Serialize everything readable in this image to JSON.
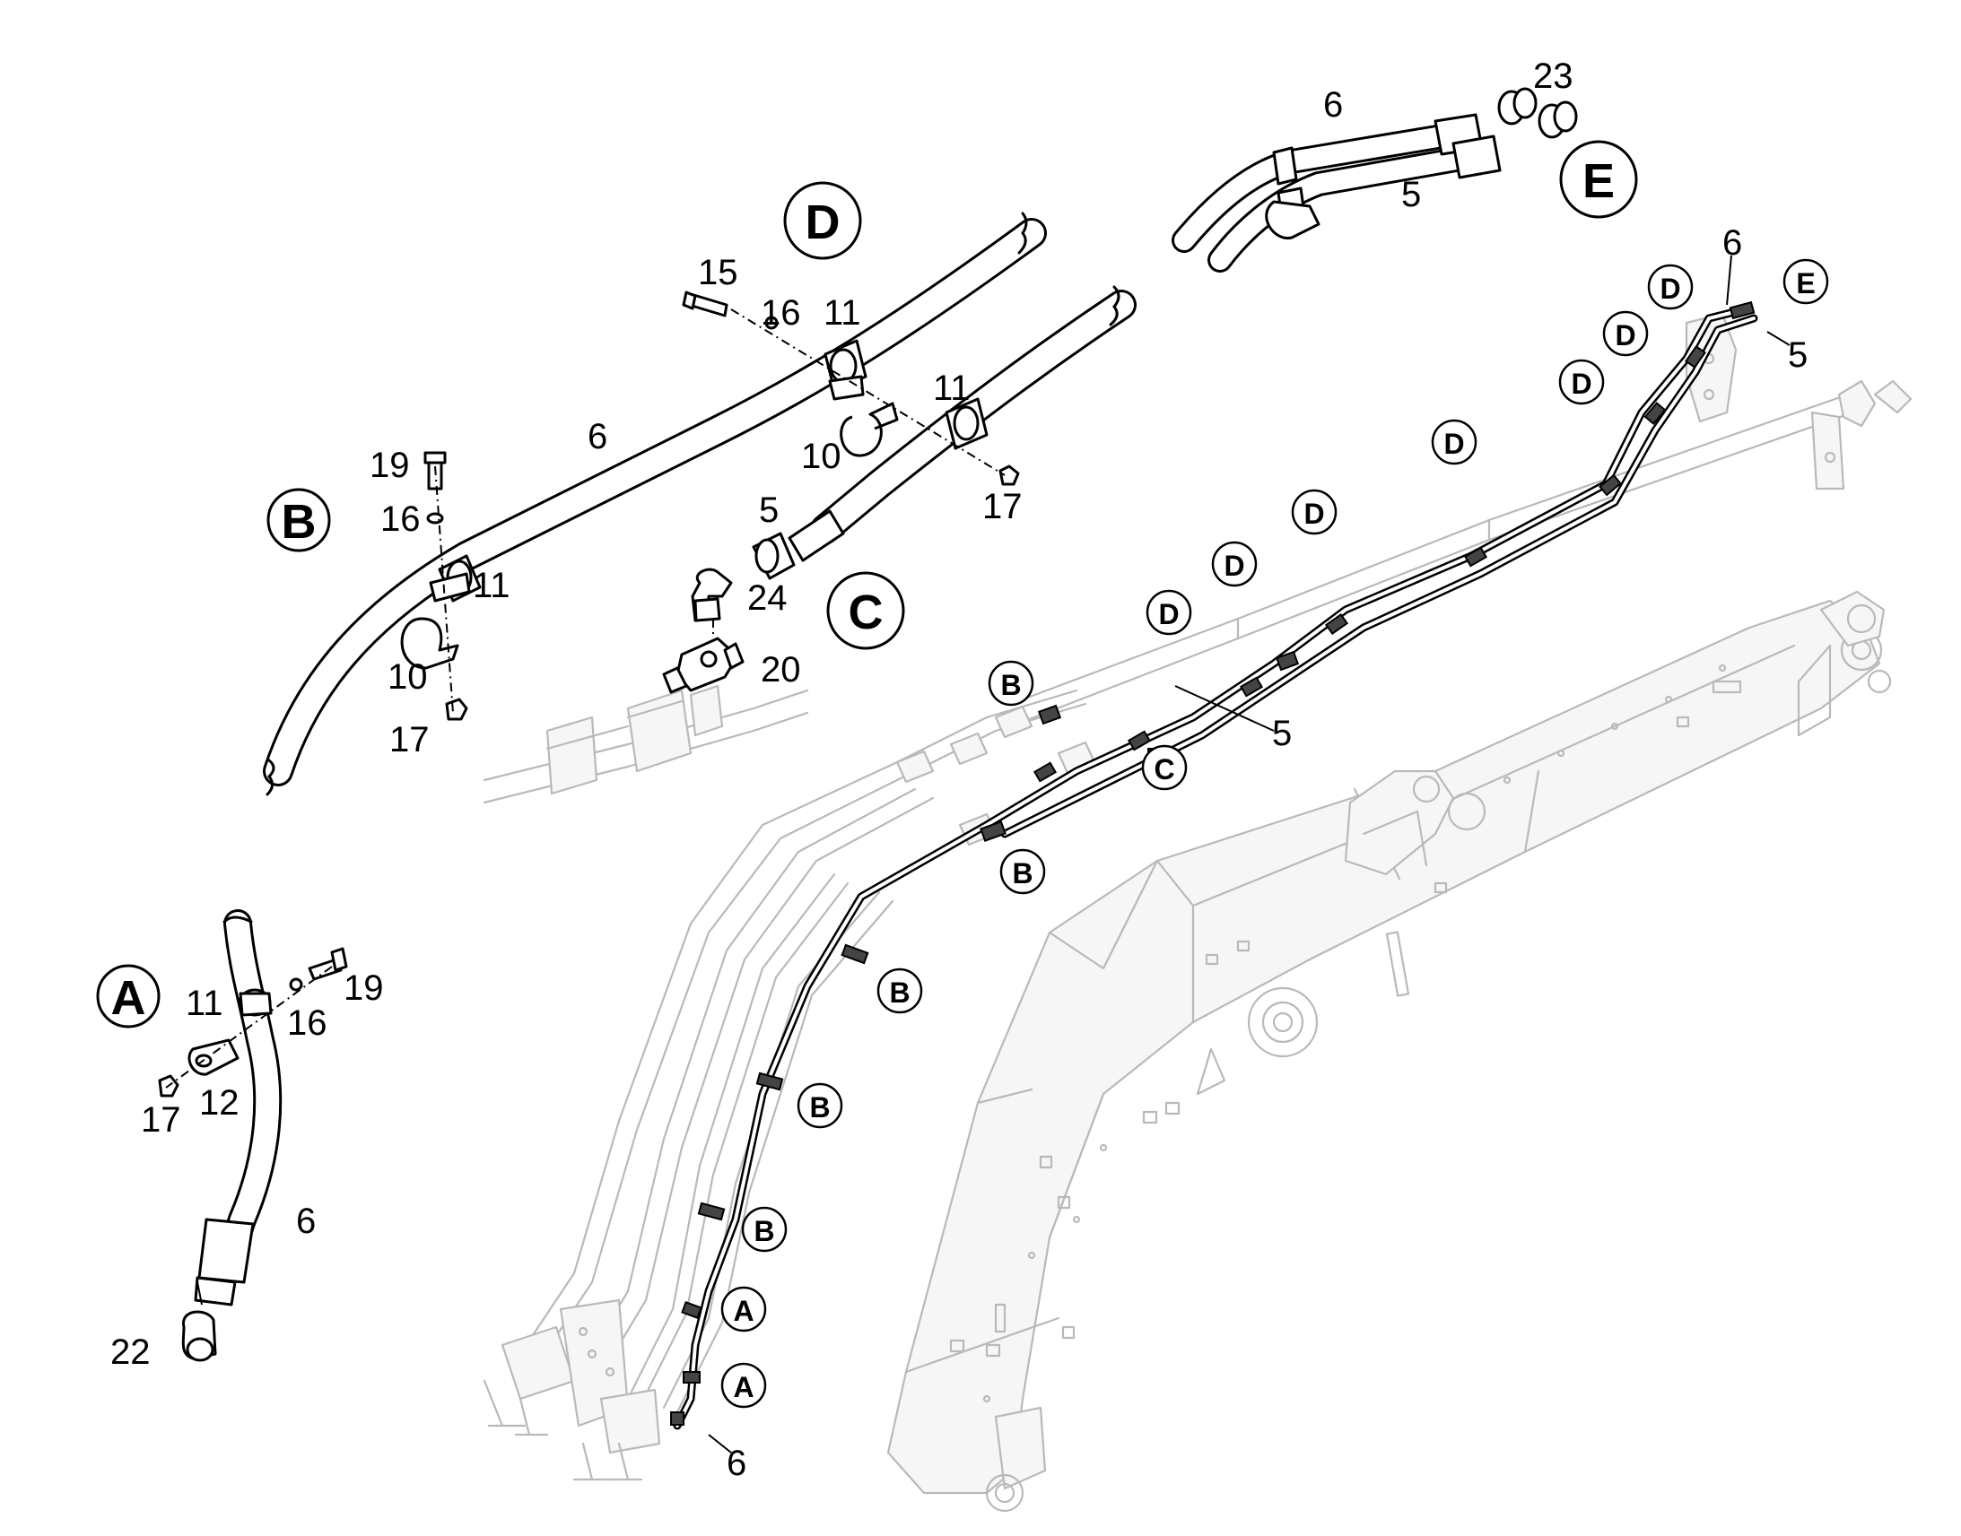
{
  "detail_labels": {
    "A": "A",
    "B": "B",
    "C": "C",
    "D": "D",
    "E": "E"
  },
  "callouts": {
    "d_15": "15",
    "d_16": "16",
    "d_11a": "11",
    "d_11b": "11",
    "d_10": "10",
    "d_17": "17",
    "d_6": "6",
    "b_19": "19",
    "b_16": "16",
    "b_11": "11",
    "b_10": "10",
    "b_17": "17",
    "c_5": "5",
    "c_24": "24",
    "c_20": "20",
    "e_6": "6",
    "e_23": "23",
    "e_5": "5",
    "a_11": "11",
    "a_16": "16",
    "a_19": "19",
    "a_17": "17",
    "a_12": "12",
    "a_6": "6",
    "a_22": "22",
    "m_6_top": "6",
    "m_5_top": "5",
    "m_5_mid": "5",
    "m_6_bottom": "6"
  },
  "boom_markers": [
    {
      "key": "E",
      "label": "E"
    },
    {
      "key": "D1",
      "label": "D"
    },
    {
      "key": "D2",
      "label": "D"
    },
    {
      "key": "D3",
      "label": "D"
    },
    {
      "key": "D4",
      "label": "D"
    },
    {
      "key": "D5",
      "label": "D"
    },
    {
      "key": "D6",
      "label": "D"
    },
    {
      "key": "D7",
      "label": "D"
    },
    {
      "key": "B1",
      "label": "B"
    },
    {
      "key": "C1",
      "label": "C"
    },
    {
      "key": "B2",
      "label": "B"
    },
    {
      "key": "B3",
      "label": "B"
    },
    {
      "key": "B4",
      "label": "B"
    },
    {
      "key": "B5",
      "label": "B"
    },
    {
      "key": "A1",
      "label": "A"
    },
    {
      "key": "A2",
      "label": "A"
    }
  ]
}
